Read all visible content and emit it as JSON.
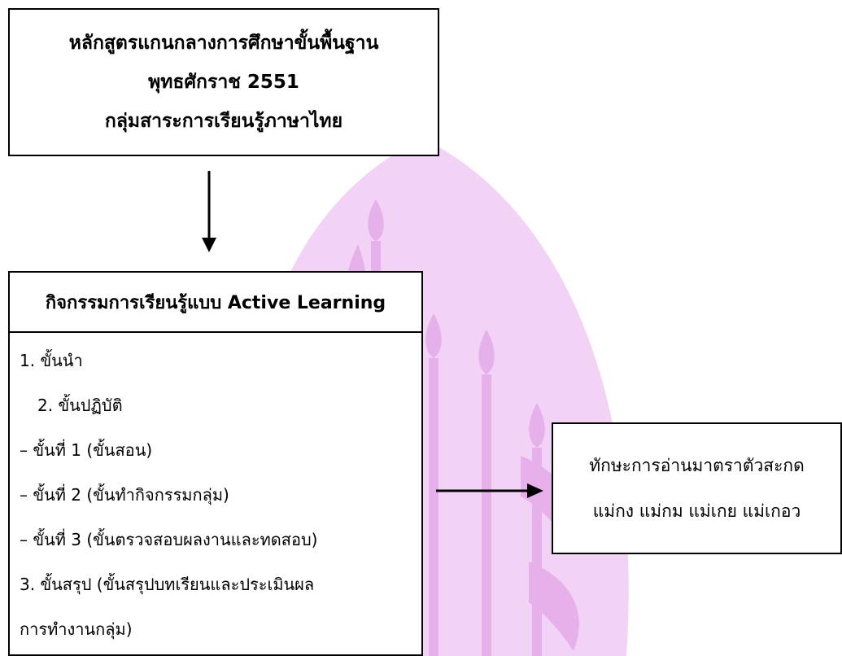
{
  "colors": {
    "watermark": "#f3d3f5",
    "border": "#000000",
    "text": "#000000"
  },
  "watermark_icon": "thai-royal-emblem-watermark",
  "curriculum": {
    "lines": [
      "หลักสูตรแกนกลางการศึกษาขั้นพื้นฐาน",
      "พุทธศักราช 2551",
      "กลุ่มสาระการเรียนรู้ภาษาไทย"
    ]
  },
  "activity": {
    "title": "กิจกรรมการเรียนรู้แบบ Active Learning",
    "steps": [
      "1. ขั้นนำ",
      "2. ขั้นปฏิบัติ",
      "– ขั้นที่ 1 (ขั้นสอน)",
      "– ขั้นที่ 2 (ขั้นทำกิจกรรมกลุ่ม)",
      "– ขั้นที่ 3 (ขั้นตรวจสอบผลงานและทดสอบ)",
      "3. ขั้นสรุป (ขั้นสรุปบทเรียนและประเมินผล",
      "การทำงานกลุ่ม)"
    ]
  },
  "outcome": {
    "lines": [
      "ทักษะการอ่านมาตราตัวสะกด",
      "แม่กง แม่กม แม่เกย แม่เกอว"
    ]
  }
}
